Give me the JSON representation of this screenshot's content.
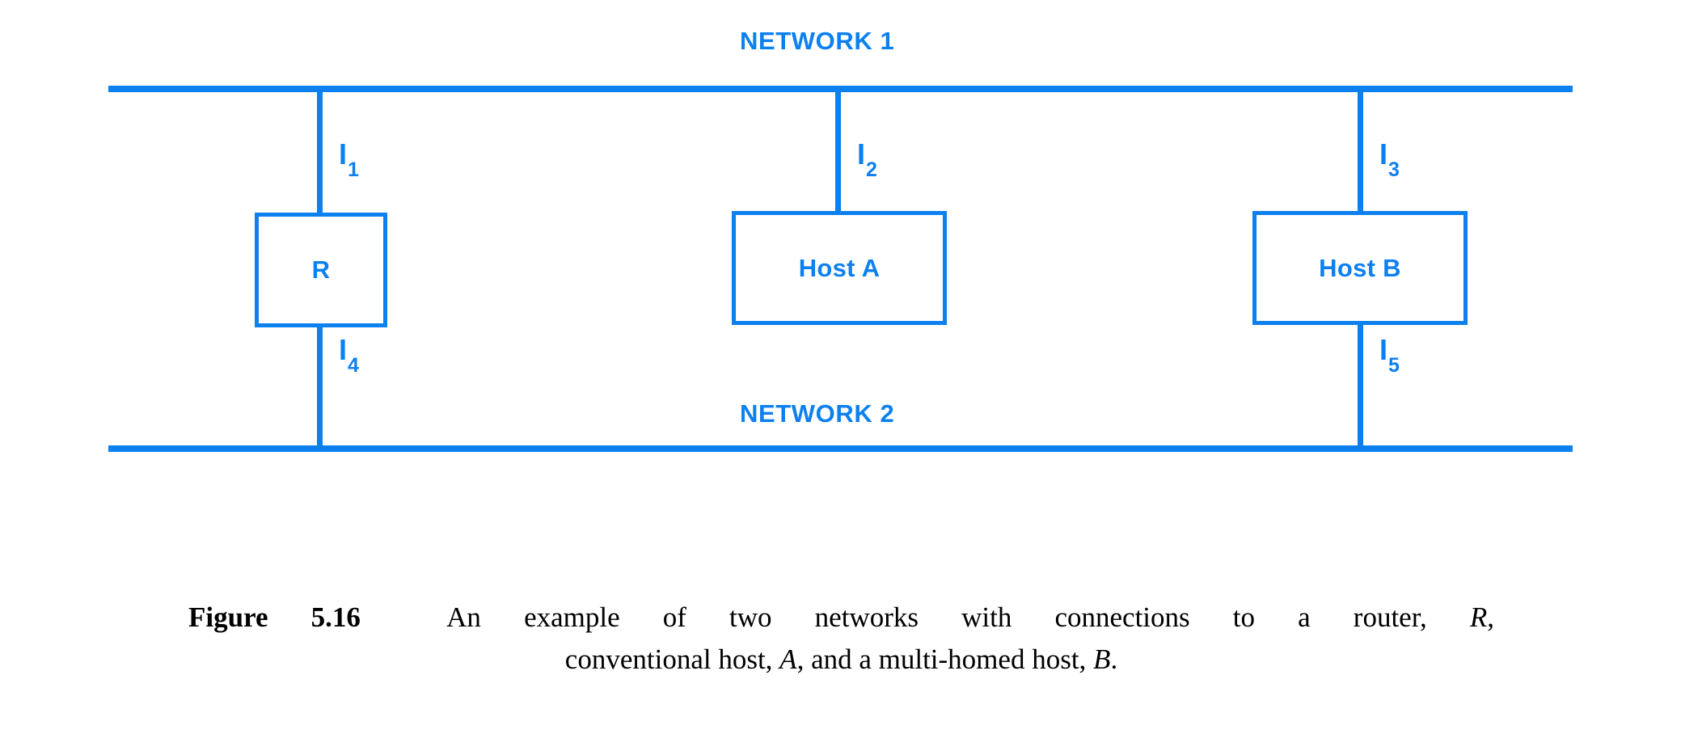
{
  "figure": {
    "accent_color": "#0d80ef",
    "text_color": "#000000",
    "background": "#ffffff",
    "networks": [
      {
        "id": "network-1",
        "label": "NETWORK 1"
      },
      {
        "id": "network-2",
        "label": "NETWORK 2"
      }
    ],
    "nodes": [
      {
        "id": "router",
        "label": "R"
      },
      {
        "id": "host-a",
        "label": "Host A"
      },
      {
        "id": "host-b",
        "label": "Host B"
      }
    ],
    "interfaces": [
      {
        "id": "i1",
        "base": "I",
        "subscript": "1",
        "node": "router",
        "network": "network-1"
      },
      {
        "id": "i2",
        "base": "I",
        "subscript": "2",
        "node": "host-a",
        "network": "network-1"
      },
      {
        "id": "i3",
        "base": "I",
        "subscript": "3",
        "node": "host-b",
        "network": "network-1"
      },
      {
        "id": "i4",
        "base": "I",
        "subscript": "4",
        "node": "router",
        "network": "network-2"
      },
      {
        "id": "i5",
        "base": "I",
        "subscript": "5",
        "node": "host-b",
        "network": "network-2"
      }
    ],
    "caption": {
      "figure_number": "Figure 5.16",
      "line_1_a": "An example of two networks with connections to a router,",
      "line_1_em": "R",
      "line_1_b": ",",
      "line_2_a": "conventional host,",
      "line_2_em_a": "A",
      "line_2_b": ", and a multi-homed host,",
      "line_2_em_b": "B",
      "line_2_c": "."
    }
  }
}
